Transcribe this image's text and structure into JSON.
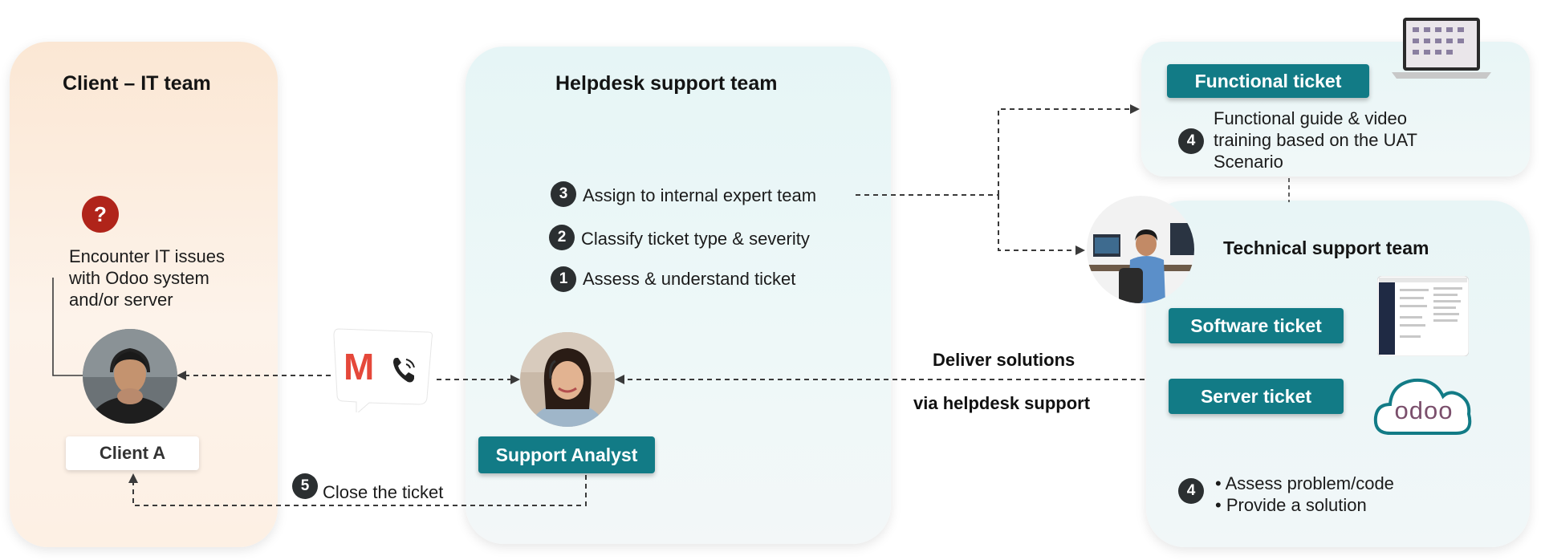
{
  "client_panel": {
    "title": "Client – IT team",
    "issue_lines": [
      "Encounter IT issues",
      "with Odoo system",
      "and/or server"
    ],
    "client_label": "Client A",
    "question_mark": "?"
  },
  "helpdesk_panel": {
    "title": "Helpdesk support team",
    "steps": [
      {
        "number": "3",
        "text": "Assign to internal expert team"
      },
      {
        "number": "2",
        "text": "Classify ticket type & severity"
      },
      {
        "number": "1",
        "text": "Assess & understand ticket"
      }
    ],
    "analyst_label": "Support Analyst"
  },
  "channels": {
    "email_icon": "gmail-icon",
    "phone_icon": "phone-icon",
    "email_glyph": "M"
  },
  "close_step": {
    "number": "5",
    "text": "Close the ticket"
  },
  "functional_panel": {
    "ticket_label": "Functional ticket",
    "step_number": "4",
    "lines": [
      "Functional guide & video",
      "training based on the UAT",
      "Scenario"
    ]
  },
  "technical_panel": {
    "title": "Technical support team",
    "software_ticket": "Software ticket",
    "server_ticket": "Server ticket",
    "step_number": "4",
    "bullets": [
      "• Assess problem/code",
      "• Provide a solution"
    ],
    "odoo_logo_text": "odoo"
  },
  "deliver": {
    "line1": "Deliver solutions",
    "line2": "via helpdesk support"
  },
  "colors": {
    "teal": "#127b86",
    "dark": "#2b2f31",
    "red": "#b0241a",
    "odoo_purple": "#7b4f6c",
    "odoo_teal": "#127b86"
  }
}
